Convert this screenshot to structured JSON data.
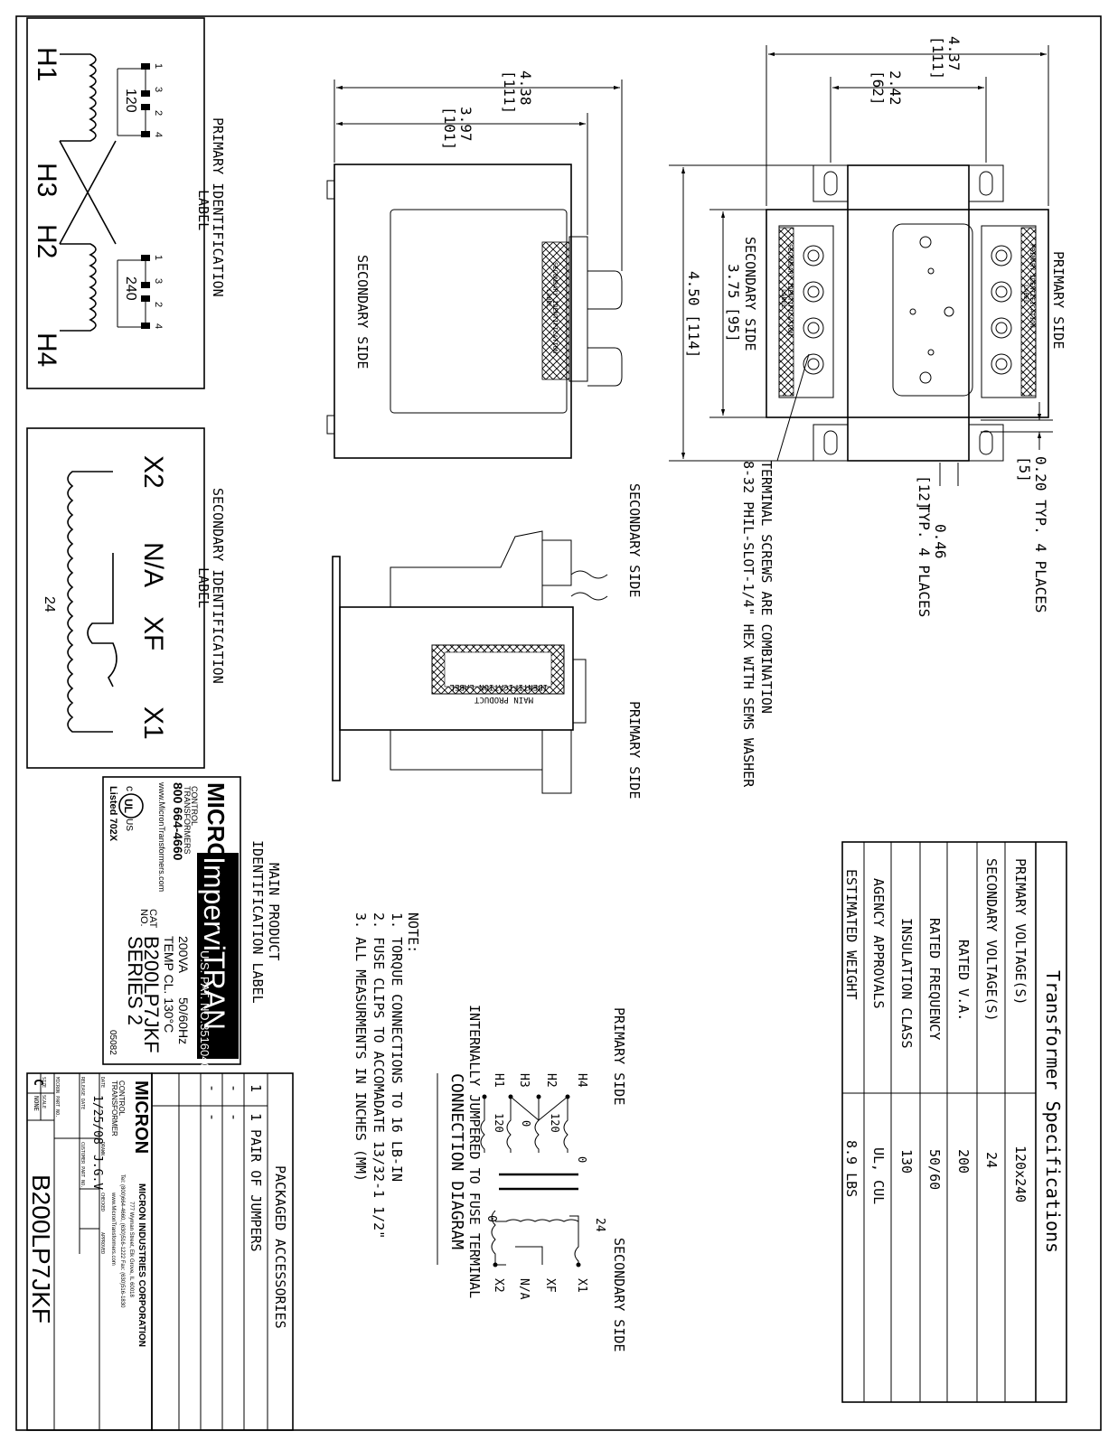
{
  "specifications": {
    "title": "Transformer Specifications",
    "rows": [
      {
        "label": "PRIMARY VOLTAGE(S)",
        "value": "120x240"
      },
      {
        "label": "SECONDARY VOLTAGE(S)",
        "value": "24"
      },
      {
        "label": "RATED V.A.",
        "value": "200"
      },
      {
        "label": "RATED FREQUENCY",
        "value": "50/60"
      },
      {
        "label": "INSULATION CLASS",
        "value": "130"
      },
      {
        "label": "AGENCY APPROVALS",
        "value": "UL, CUL"
      },
      {
        "label": "ESTIMATED WEIGHT",
        "value": "8.9 LBS"
      }
    ]
  },
  "top_view": {
    "primary_side": "PRIMARY SIDE",
    "secondary_side": "SECONDARY SIDE",
    "dim_437": "4.37",
    "dim_437_mm": "[111]",
    "dim_242": "2.42",
    "dim_242_mm": "[62]",
    "dim_450": "4.50 [114]",
    "dim_375": "3.75 [95]",
    "dim_020": "0.20 TYP. 4 PLACES",
    "dim_020_mm": "[5]",
    "dim_046": "0.46",
    "dim_046_mm": "[12]",
    "dim_046_note": "TYP. 4 PLACES",
    "terminal_note_1": "TERMINAL SCREWS ARE COMBINATION",
    "terminal_note_2": "8-32 PHIL-SLOT-1/4\" HEX WITH SEMS WASHER",
    "primary_label_small_1": "PRIMARY IDENTIFICATION",
    "primary_label_small_2": "LABEL",
    "secondary_label_small_1": "SECONDARY IDENTIFICATION",
    "secondary_label_small_2": "LABEL"
  },
  "side_view": {
    "dim_438": "4.38",
    "dim_438_mm": "[111]",
    "dim_397": "3.97",
    "dim_397_mm": "[101]",
    "secondary_side": "SECONDARY SIDE",
    "label_1": "SECONDARY IDENTIFICATION",
    "label_2": "LABEL"
  },
  "end_view": {
    "secondary_side": "SECONDARY SIDE",
    "primary_side": "PRIMARY SIDE",
    "label_1": "MAIN PRODUCT",
    "label_2": "IDENTIFICATION LABEL"
  },
  "primary_id_label": {
    "title_1": "PRIMARY IDENTIFICATION",
    "title_2": "LABEL",
    "h1": "H1",
    "h3": "H3",
    "h2": "H2",
    "h4": "H4",
    "v120": "120",
    "v240": "240",
    "pins": [
      "1",
      "3",
      "2",
      "4"
    ]
  },
  "secondary_id_label": {
    "title_1": "SECONDARY IDENTIFICATION",
    "title_2": "LABEL",
    "x2": "X2",
    "na": "N/A",
    "xf": "XF",
    "x1": "X1",
    "v24": "24"
  },
  "main_label": {
    "title_1": "MAIN PRODUCT",
    "title_2": "IDENTIFICATION LABEL",
    "brand": "MICRON",
    "sub_1": "CONTROL",
    "sub_2": "TRANSFORMERS",
    "phone": "800 664-4660",
    "web": "www.MicronTransformers.com",
    "product": "ImperviTRAN",
    "patent": "U.S. PAT. NO.3516040",
    "va": "200VA",
    "hz": "50/60Hz",
    "temp": "TEMP CL. 130°C",
    "cat": "CAT",
    "no": "NO.",
    "model": "B200LP7JKF",
    "series": "SERIES 2",
    "listed": "Listed 702X",
    "code": "05082",
    "ul_c": "c",
    "ul_us": "US",
    "ul_mark": "UL"
  },
  "connection_diagram": {
    "primary_side": "PRIMARY SIDE",
    "secondary_side": "SECONDARY SIDE",
    "h4": "H4",
    "h2": "H2",
    "h3": "H3",
    "h1": "H1",
    "zero_a": "0",
    "v120a": "120",
    "zero_b": "0",
    "v120b": "120",
    "x1": "X1",
    "xf": "XF",
    "na": "N/A",
    "x2": "X2",
    "v24": "24",
    "zero_c": "0",
    "title": "CONNECTION DIAGRAM",
    "subtitle": "INTERNALLY JUMPERED TO FUSE TERMINAL"
  },
  "notes": {
    "heading": "NOTE:",
    "items": [
      "1. TORQUE CONNECTIONS TO 16 LB-IN",
      "2. FUSE CLIPS TO ACCOMADATE 13/32-1 1/2\"",
      "3. ALL MEASURMENTS IN INCHES (MM)"
    ]
  },
  "accessories": {
    "heading": "PACKAGED ACCESSORIES",
    "rows": [
      {
        "qty": "1",
        "desc": "1 PAIR OF JUMPERS"
      },
      {
        "qty": "-",
        "desc": "-"
      },
      {
        "qty": "-",
        "desc": "-"
      }
    ]
  },
  "title_block": {
    "company": "MICRON INDUSTRIES CORPORATION",
    "address": "777 Wyman Street, Elk Grove, IL 60018",
    "tel": "Tel: (800)664-4660, (630)516-1222 Fax: (630)516-1830",
    "web": "www.MicronTransformers.com",
    "logo": "MICRON",
    "logo_sub_1": "CONTROL",
    "logo_sub_2": "TRANSFORMER",
    "date_label": "DATE",
    "date": "1/25/08",
    "release_label": "RELEASE DATE",
    "drawn_label": "DRAWN",
    "drawn": "J.G.V",
    "checked_label": "CHECKED",
    "approved_label": "APPROVED",
    "customer_label": "CUSTOMER PART NO.",
    "micron_part_label": "MICRON PART NO.",
    "size_label": "SIZE",
    "size": "C",
    "scale_label": "SCALE",
    "scale": "NONE",
    "part_number": "B200LP7JKF"
  }
}
